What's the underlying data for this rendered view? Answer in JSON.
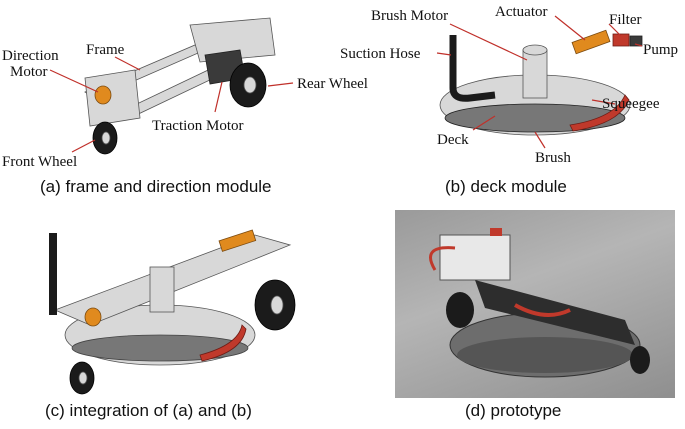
{
  "panels": {
    "a": {
      "caption": "(a) frame and direction module",
      "labels": {
        "direction_motor": "Direction\nMotor",
        "frame": "Frame",
        "rear_wheel": "Rear Wheel",
        "traction_motor": "Traction Motor",
        "front_wheel": "Front Wheel"
      }
    },
    "b": {
      "caption": "(b) deck module",
      "labels": {
        "brush_motor": "Brush Motor",
        "actuator": "Actuator",
        "filter": "Filter",
        "suction_hose": "Suction Hose",
        "pump": "Pump",
        "squeegee": "Squeegee",
        "deck": "Deck",
        "brush": "Brush"
      }
    },
    "c": {
      "caption": "(c) integration of (a) and (b)"
    },
    "d": {
      "caption": "(d) prototype"
    }
  },
  "colors": {
    "arrow": "#c0302a",
    "accent_red": "#c0392b",
    "accent_orange": "#e08a1e"
  }
}
